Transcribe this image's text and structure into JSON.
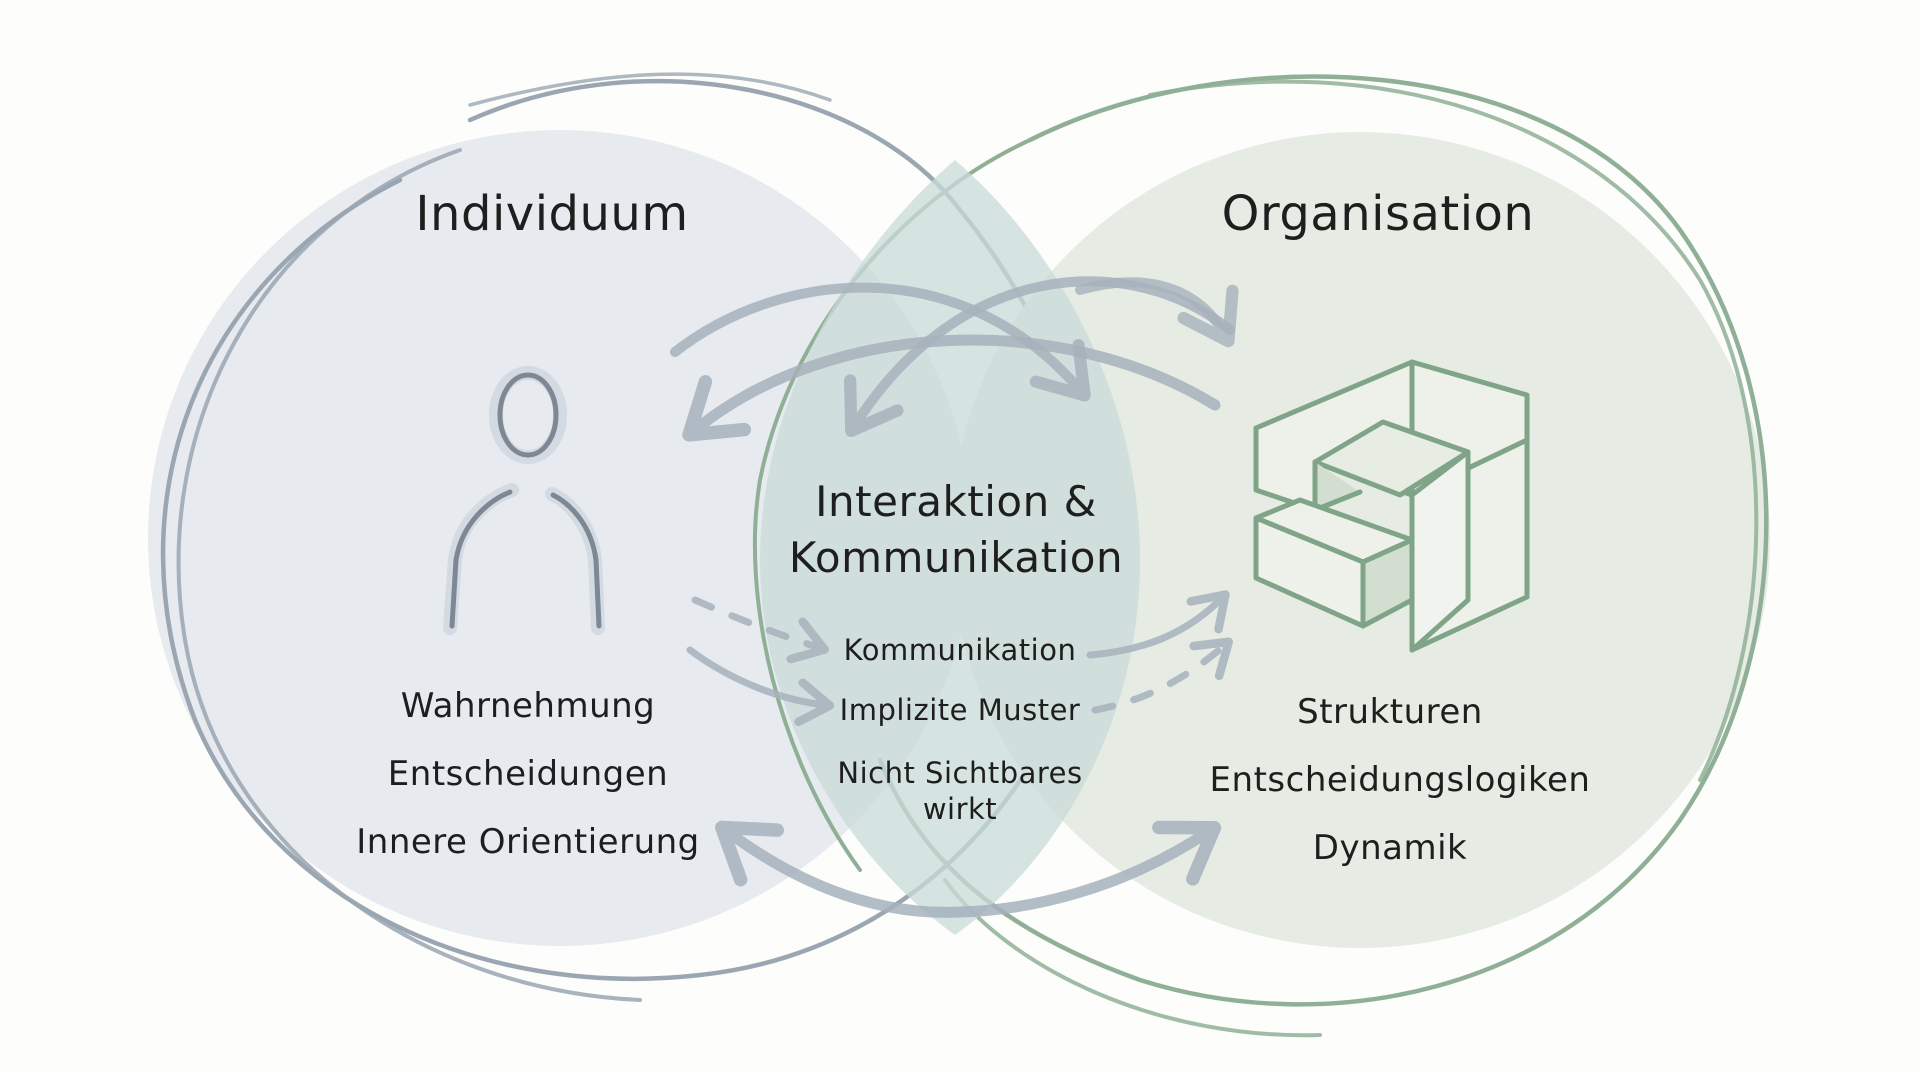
{
  "diagram": {
    "type": "venn",
    "colors": {
      "background": "#fdfdfb",
      "individual_fill": "#e6e9ee",
      "individual_stroke": "#9aa6b2",
      "organisation_fill": "#e5ebe1",
      "organisation_stroke": "#8fb096",
      "overlap_fill": "#c8dbd8",
      "arrow": "#a7b2bd",
      "text": "#1e1e1e"
    },
    "left": {
      "title": "Individuum",
      "icon": "person-icon",
      "items": [
        "Wahrnehmung",
        "Entscheidungen",
        "Innere Orientierung"
      ]
    },
    "right": {
      "title": "Organisation",
      "icon": "building-blocks-icon",
      "items": [
        "Strukturen",
        "Entscheidungslogiken",
        "Dynamik"
      ]
    },
    "center": {
      "title_line1": "Interaktion &",
      "title_line2": "Kommunikation",
      "items": [
        "Kommunikation",
        "Implizite Muster",
        "Nicht Sichtbares wirkt"
      ]
    }
  }
}
